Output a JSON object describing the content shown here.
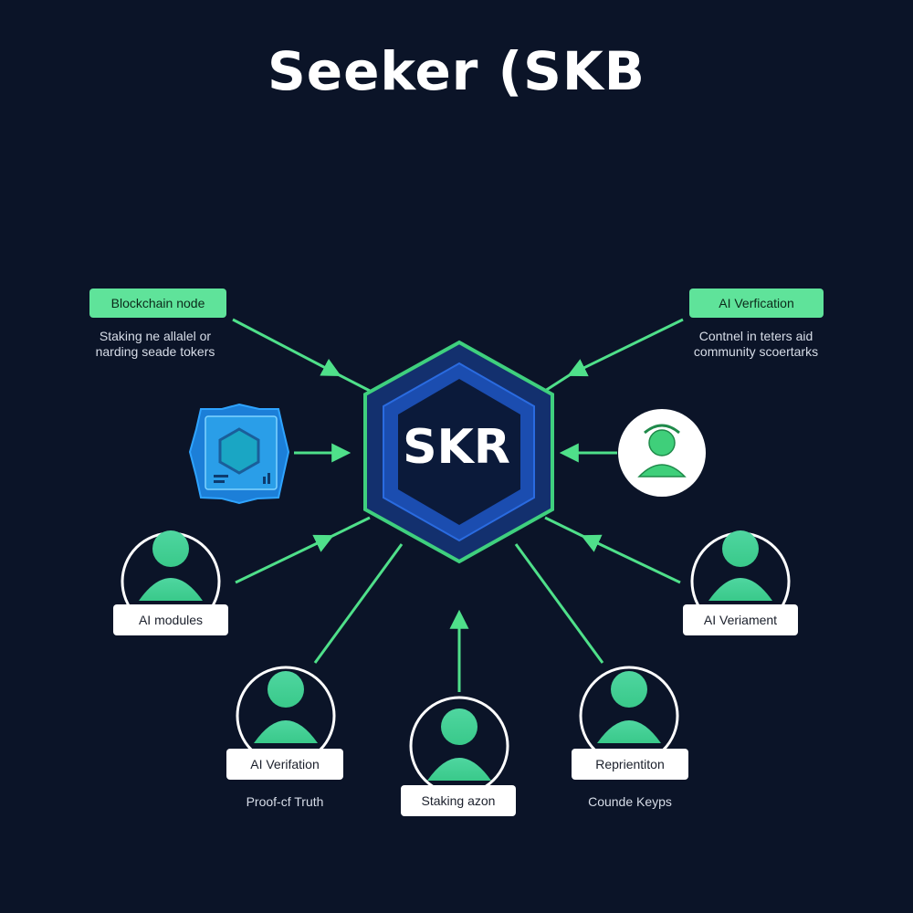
{
  "title": "Seeker (SKB",
  "center": {
    "label": "SKR"
  },
  "top_left": {
    "tag": "Blockchain node",
    "desc_line1": "Staking ne allalel or",
    "desc_line2": "narding seade tokers"
  },
  "top_right": {
    "tag": "AI Verfication",
    "desc_line1": "Contnel in teters aid",
    "desc_line2": "community scoertarks"
  },
  "left_icon": {
    "name": "chip-icon"
  },
  "right_icon": {
    "name": "person-avatar-icon"
  },
  "nodes": {
    "left": {
      "label": "AI modules"
    },
    "right": {
      "label": "AI Veriament"
    },
    "bottom_left": {
      "label": "AI Verifation",
      "caption": "Proof-cf Truth"
    },
    "bottom_center": {
      "label": "Staking azon"
    },
    "bottom_right": {
      "label": "Reprientiton",
      "caption": "Counde Keyps"
    }
  },
  "colors": {
    "background": "#0b1428",
    "accent_green": "#5fe39a",
    "hex_blue": "#1f4fa8",
    "hex_edge": "#3fd07e"
  }
}
